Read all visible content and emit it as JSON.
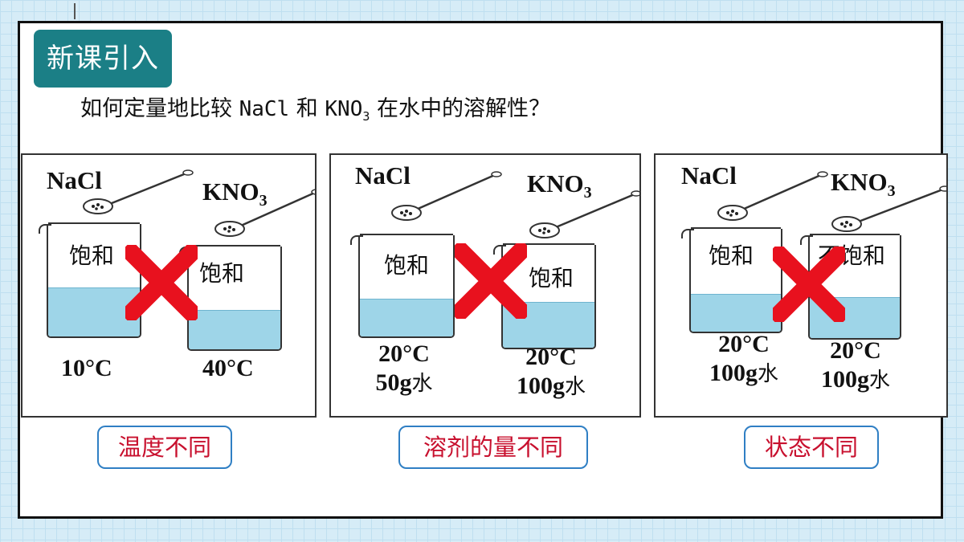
{
  "header": {
    "badge": "新课引入",
    "question_prefix": "如何定量地比较 ",
    "question_nacl": "NaCl",
    "question_and": " 和 ",
    "question_kno": "KNO",
    "question_sub": "3",
    "question_suffix": " 在水中的溶解性？"
  },
  "panels": [
    {
      "left": {
        "salt": "NaCl",
        "state": "饱和",
        "cond1": "10°C",
        "cond2": ""
      },
      "right": {
        "salt": "KNO",
        "salt_sub": "3",
        "state": "饱和",
        "cond1": "40°C",
        "cond2": ""
      }
    },
    {
      "left": {
        "salt": "NaCl",
        "state": "饱和",
        "cond1": "20°C",
        "cond2_num": "50g",
        "cond2_unit": "水"
      },
      "right": {
        "salt": "KNO",
        "salt_sub": "3",
        "state": "饱和",
        "cond1": "20°C",
        "cond2_num": "100g",
        "cond2_unit": "水"
      }
    },
    {
      "left": {
        "salt": "NaCl",
        "state": "饱和",
        "cond1": "20°C",
        "cond2_num": "100g",
        "cond2_unit": "水"
      },
      "right": {
        "salt": "KNO",
        "salt_sub": "3",
        "state": "不饱和",
        "cond1": "20°C",
        "cond2_num": "100g",
        "cond2_unit": "水"
      }
    }
  ],
  "reasons": [
    "温度不同",
    "溶剂的量不同",
    "状态不同"
  ],
  "colors": {
    "badge": "#1b7f86",
    "cross": "#e8111e",
    "reason_text": "#c8102e",
    "reason_border": "#2f7fc4",
    "water": "#9ed5e8"
  }
}
